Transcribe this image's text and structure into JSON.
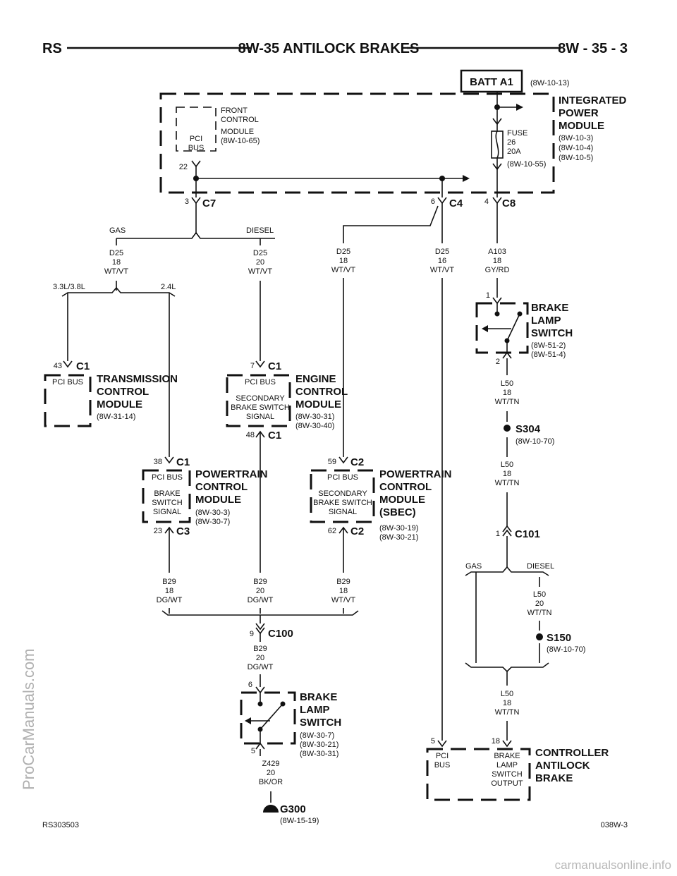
{
  "header": {
    "left": "RS",
    "title": "8W-35 ANTILOCK BRAKES",
    "right": "8W - 35 - 3"
  },
  "footer": {
    "left": "RS303503",
    "right": "038W-3"
  },
  "watermarks": {
    "side": "ProCarManuals.com",
    "bottom": "carmanualsonline.info"
  },
  "batt": {
    "label": "BATT A1",
    "ref": "(8W-10-13)"
  },
  "ipm": {
    "line1": "INTEGRATED",
    "line2": "POWER",
    "line3": "MODULE",
    "ref1": "(8W-10-3)",
    "ref2": "(8W-10-4)",
    "ref3": "(8W-10-5)"
  },
  "fcm": {
    "line1": "FRONT",
    "line2": "CONTROL",
    "line3": "MODULE",
    "ref": "(8W-10-65)",
    "inner1": "PCI",
    "inner2": "BUS",
    "pin": "22"
  },
  "fuse": {
    "line1": "FUSE",
    "line2": "26",
    "line3": "20A",
    "ref": "(8W-10-55)"
  },
  "conn": {
    "c7": {
      "name": "C7",
      "pin": "3"
    },
    "c4": {
      "name": "C4",
      "pin": "6"
    },
    "c8": {
      "name": "C8",
      "pin": "4"
    }
  },
  "labels": {
    "gas": "GAS",
    "diesel": "DIESEL",
    "eng1": "3.3L/3.8L",
    "eng2": "2.4L"
  },
  "wires": {
    "d25_gas": [
      "D25",
      "18",
      "WT/VT"
    ],
    "d25_diesel": [
      "D25",
      "20",
      "WT/VT"
    ],
    "d25_c4a": [
      "D25",
      "18",
      "WT/VT"
    ],
    "d25_c4b": [
      "D25",
      "16",
      "WT/VT"
    ],
    "a103": [
      "A103",
      "18",
      "GY/RD"
    ],
    "l50_a": [
      "L50",
      "18",
      "WT/TN"
    ],
    "l50_b": [
      "L50",
      "18",
      "WT/TN"
    ],
    "l50_c": [
      "L50",
      "20",
      "WT/TN"
    ],
    "l50_d": [
      "L50",
      "18",
      "WT/TN"
    ],
    "b29_a": [
      "B29",
      "18",
      "DG/WT"
    ],
    "b29_b": [
      "B29",
      "20",
      "DG/WT"
    ],
    "b29_c": [
      "B29",
      "18",
      "WT/VT"
    ],
    "b29_d": [
      "B29",
      "20",
      "DG/WT"
    ],
    "z429": [
      "Z429",
      "20",
      "BK/OR"
    ]
  },
  "tcm": {
    "name1": "TRANSMISSION",
    "name2": "CONTROL",
    "name3": "MODULE",
    "ref": "(8W-31-14)",
    "conn": "C1",
    "pin": "43",
    "inner": "PCI BUS"
  },
  "ecm": {
    "name1": "ENGINE",
    "name2": "CONTROL",
    "name3": "MODULE",
    "ref1": "(8W-30-31)",
    "ref2": "(8W-30-40)",
    "conn_top": "C1",
    "pin_top": "7",
    "conn_bot": "C1",
    "pin_bot": "48",
    "inner1": "PCI BUS",
    "inner2": "SECONDARY",
    "inner3": "BRAKE SWITCH",
    "inner4": "SIGNAL"
  },
  "pcm": {
    "name1": "POWERTRAIN",
    "name2": "CONTROL",
    "name3": "MODULE",
    "ref1": "(8W-30-3)",
    "ref2": "(8W-30-7)",
    "conn_top": "C1",
    "pin_top": "38",
    "conn_bot": "C3",
    "pin_bot": "23",
    "inner1": "PCI BUS",
    "inner2": "BRAKE",
    "inner3": "SWITCH",
    "inner4": "SIGNAL"
  },
  "pcm2": {
    "name1": "POWERTRAIN",
    "name2": "CONTROL",
    "name3": "MODULE",
    "name4": "(SBEC)",
    "ref1": "(8W-30-19)",
    "ref2": "(8W-30-21)",
    "conn_top": "C2",
    "pin_top": "59",
    "conn_bot": "C2",
    "pin_bot": "62",
    "inner1": "PCI BUS",
    "inner2": "SECONDARY",
    "inner3": "BRAKE SWITCH",
    "inner4": "SIGNAL"
  },
  "bls1": {
    "name1": "BRAKE",
    "name2": "LAMP",
    "name3": "SWITCH",
    "ref1": "(8W-51-2)",
    "ref2": "(8W-51-4)",
    "pin_top": "1",
    "pin_bot": "2"
  },
  "bls2": {
    "name1": "BRAKE",
    "name2": "LAMP",
    "name3": "SWITCH",
    "ref1": "(8W-30-7)",
    "ref2": "(8W-30-21)",
    "ref3": "(8W-30-31)",
    "pin_top": "6",
    "pin_bot": "5"
  },
  "s304": {
    "name": "S304",
    "ref": "(8W-10-70)"
  },
  "s150": {
    "name": "S150",
    "ref": "(8W-10-70)"
  },
  "c101": {
    "name": "C101",
    "pin": "1"
  },
  "c100": {
    "name": "C100",
    "pin": "9"
  },
  "g300": {
    "name": "G300",
    "ref": "(8W-15-19)"
  },
  "cab": {
    "name1": "CONTROLLER",
    "name2": "ANTILOCK",
    "name3": "BRAKE",
    "pin1": "5",
    "pin2": "18",
    "inner1": "PCI",
    "inner2": "BUS",
    "inner3": "BRAKE",
    "inner4": "LAMP",
    "inner5": "SWITCH",
    "inner6": "OUTPUT"
  }
}
